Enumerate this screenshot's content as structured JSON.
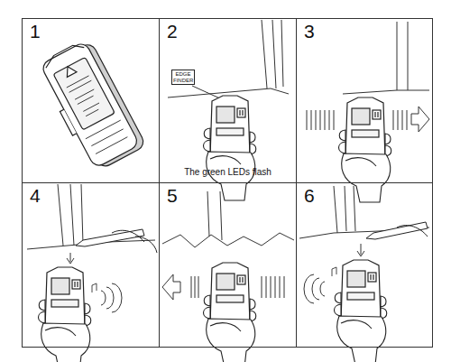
{
  "diagram": {
    "nodes": [
      {
        "text": [
          "1"
        ]
      },
      {
        "text": [
          "2",
          "The green LEDs flash"
        ]
      },
      {
        "text": [
          "EDGE FINDER"
        ],
        "in": 1
      },
      {
        "text": [
          "3"
        ]
      },
      {
        "text": [
          "4"
        ]
      },
      {
        "text": [
          "5"
        ]
      },
      {
        "text": [
          "6"
        ]
      }
    ]
  }
}
